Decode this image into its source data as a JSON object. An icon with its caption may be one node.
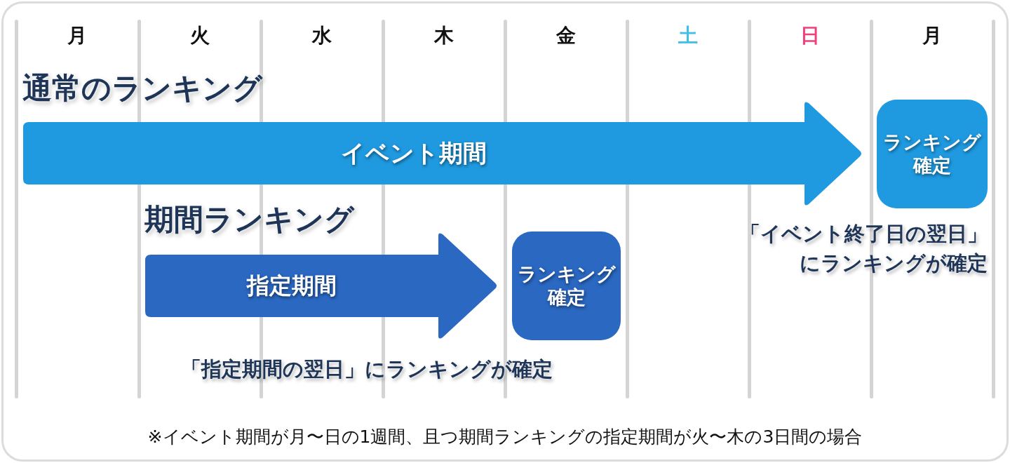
{
  "diagram": {
    "caption": "※イベント期間が月〜日の1週間、且つ期間ランキングの指定期間が火〜木の3日間の場合",
    "nodes": [
      {
        "text": [
          "イベント期間"
        ]
      },
      {
        "text": [
          "ランキング確定"
        ],
        "beside": [
          "「イベント終了日の翌日」にランキングが確定"
        ]
      },
      {
        "text": [
          "指定期間"
        ]
      },
      {
        "text": [
          "ランキング確定"
        ],
        "beside": [
          "「指定期間の翌日」にランキングが確定"
        ]
      }
    ],
    "labels": [
      "月",
      "火",
      "水",
      "木",
      "金",
      "土",
      "日",
      "月",
      "通常のランキング",
      "期間ランキング"
    ]
  }
}
